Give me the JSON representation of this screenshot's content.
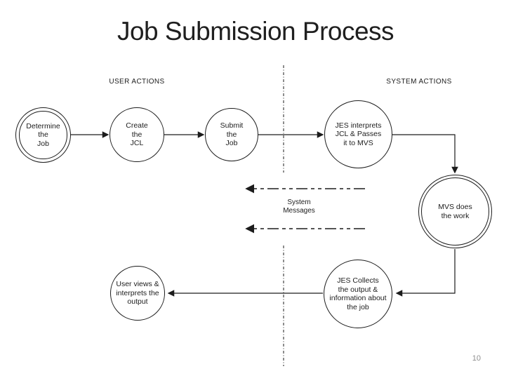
{
  "slide": {
    "title": "Job Submission Process",
    "page_number": "10"
  },
  "lanes": {
    "user": "USER ACTIONS",
    "system": "SYSTEM ACTIONS"
  },
  "nodes": {
    "determine": {
      "label": "Determine\nthe\nJob"
    },
    "create": {
      "label": "Create\nthe\nJCL"
    },
    "submit": {
      "label": "Submit\nthe\nJob"
    },
    "jes_interprets": {
      "label": "JES interprets\nJCL & Passes\nit to MVS"
    },
    "mvs": {
      "label": "MVS does\nthe work"
    },
    "jes_collects": {
      "label": "JES Collects\nthe output &\ninformation about\nthe job"
    },
    "user_views": {
      "label": "User views &\ninterprets the\noutput"
    }
  },
  "messages": {
    "label": "System\nMessages"
  },
  "colors": {
    "line": "#1c1c1c",
    "page_number": "#8e8e8e",
    "background": "#ffffff"
  }
}
